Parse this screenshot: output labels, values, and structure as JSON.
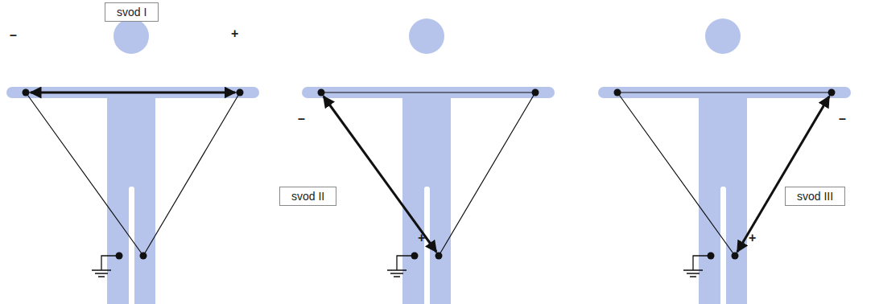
{
  "diagram": {
    "nodes": [
      {
        "text": [
          "svod I"
        ]
      },
      {
        "text": [
          "svod II"
        ]
      },
      {
        "text": [
          "svod III"
        ]
      }
    ],
    "labels": [
      "–",
      "+",
      "–",
      "+",
      "–",
      "+"
    ]
  }
}
